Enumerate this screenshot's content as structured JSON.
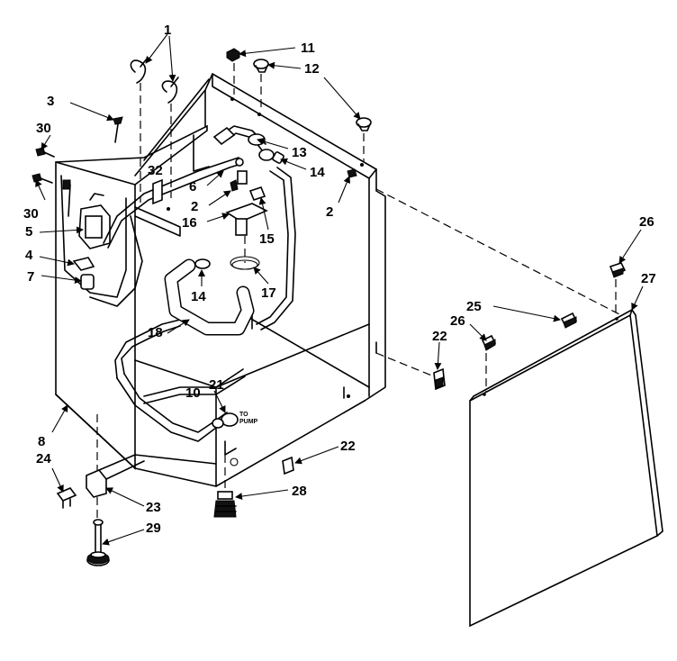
{
  "diagram": {
    "callouts": {
      "c1": "1",
      "c2a": "2",
      "c2b": "2",
      "c3": "3",
      "c4": "4",
      "c5": "5",
      "c6": "6",
      "c7": "7",
      "c8": "8",
      "c10": "10",
      "c11": "11",
      "c12": "12",
      "c13": "13",
      "c14a": "14",
      "c14b": "14",
      "c15": "15",
      "c16": "16",
      "c17": "17",
      "c18": "18",
      "c21": "21",
      "c22a": "22",
      "c22b": "22",
      "c23": "23",
      "c24": "24",
      "c25": "25",
      "c26a": "26",
      "c26b": "26",
      "c27": "27",
      "c28": "28",
      "c29": "29",
      "c30a": "30",
      "c30b": "30",
      "c32": "32"
    },
    "pump_label_line1": "TO",
    "pump_label_line2": "PUMP"
  }
}
